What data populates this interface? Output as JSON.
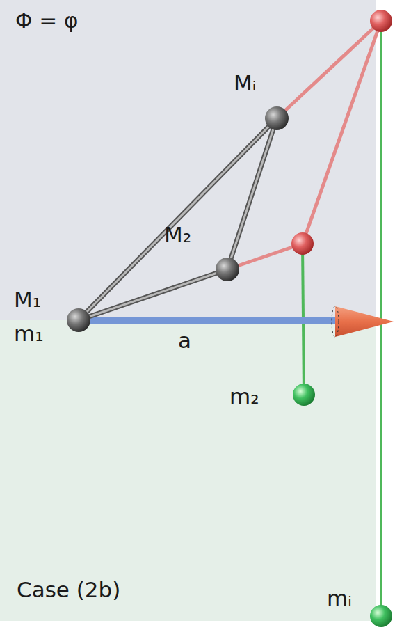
{
  "diagram": {
    "labels": [
      "Φ = φ",
      "Mᵢ",
      "M₂",
      "M₁",
      "m₁",
      "a",
      "m₂",
      "Case (2b)",
      "mᵢ"
    ]
  }
}
